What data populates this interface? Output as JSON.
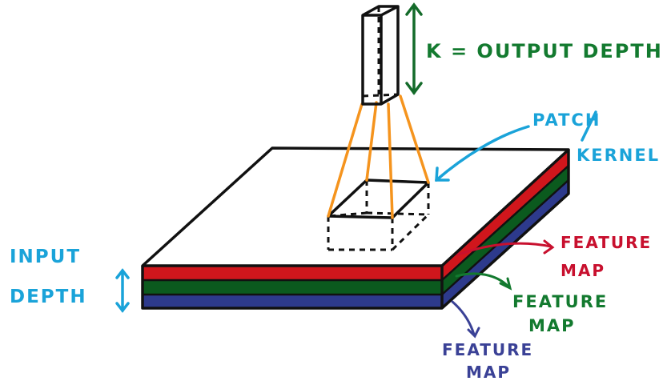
{
  "labels": {
    "output_depth": "K = OUTPUT DEPTH",
    "patch": "PATCH",
    "kernel": "KERNEL",
    "input": "INPUT",
    "depth": "DEPTH",
    "feature_map_red_1": "FEATURE",
    "feature_map_red_2": "MAP",
    "feature_map_green_1": "FEATURE",
    "feature_map_green_2": "MAP",
    "feature_map_blue_1": "FEATURE",
    "feature_map_blue_2": "MAP"
  },
  "colors": {
    "red_layer": "#d0161c",
    "green_layer": "#0b5a1e",
    "blue_layer": "#2d3a8c",
    "red_text": "#c8102e",
    "green_text": "#137a2f",
    "blue_text": "#3a4196",
    "cyan_text": "#1aa3d9",
    "orange_lines": "#f5941e",
    "dark_green_arrow": "#146b2a"
  }
}
